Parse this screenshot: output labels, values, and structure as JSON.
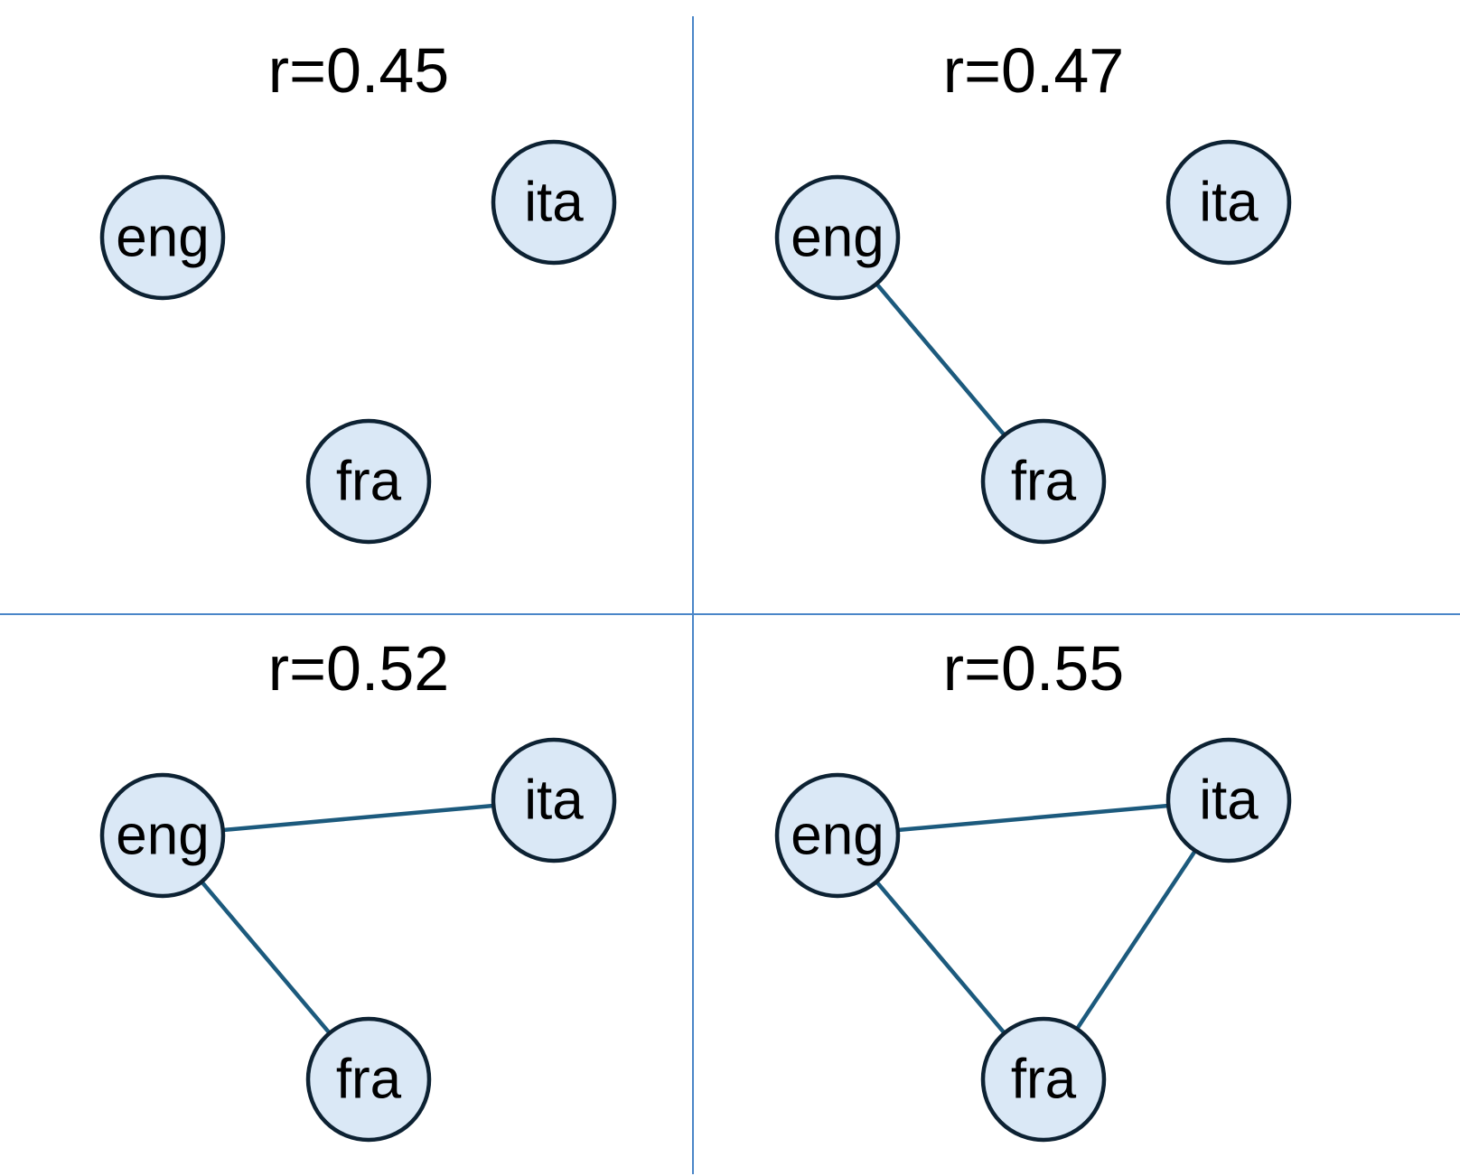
{
  "diagram": {
    "divider_color": "#4a86c8",
    "node_fill": "#dae8f6",
    "node_stroke": "#0d2233",
    "edge_color": "#1c5a7d",
    "panels": [
      {
        "title": "r=0.45",
        "edges": []
      },
      {
        "title": "r=0.47",
        "edges": [
          [
            "eng",
            "fra"
          ]
        ]
      },
      {
        "title": "r=0.52",
        "edges": [
          [
            "eng",
            "ita"
          ],
          [
            "eng",
            "fra"
          ]
        ]
      },
      {
        "title": "r=0.55",
        "edges": [
          [
            "eng",
            "ita"
          ],
          [
            "eng",
            "fra"
          ],
          [
            "ita",
            "fra"
          ]
        ]
      }
    ],
    "nodes": [
      {
        "id": "eng",
        "label": "eng"
      },
      {
        "id": "ita",
        "label": "ita"
      },
      {
        "id": "fra",
        "label": "fra"
      }
    ]
  }
}
